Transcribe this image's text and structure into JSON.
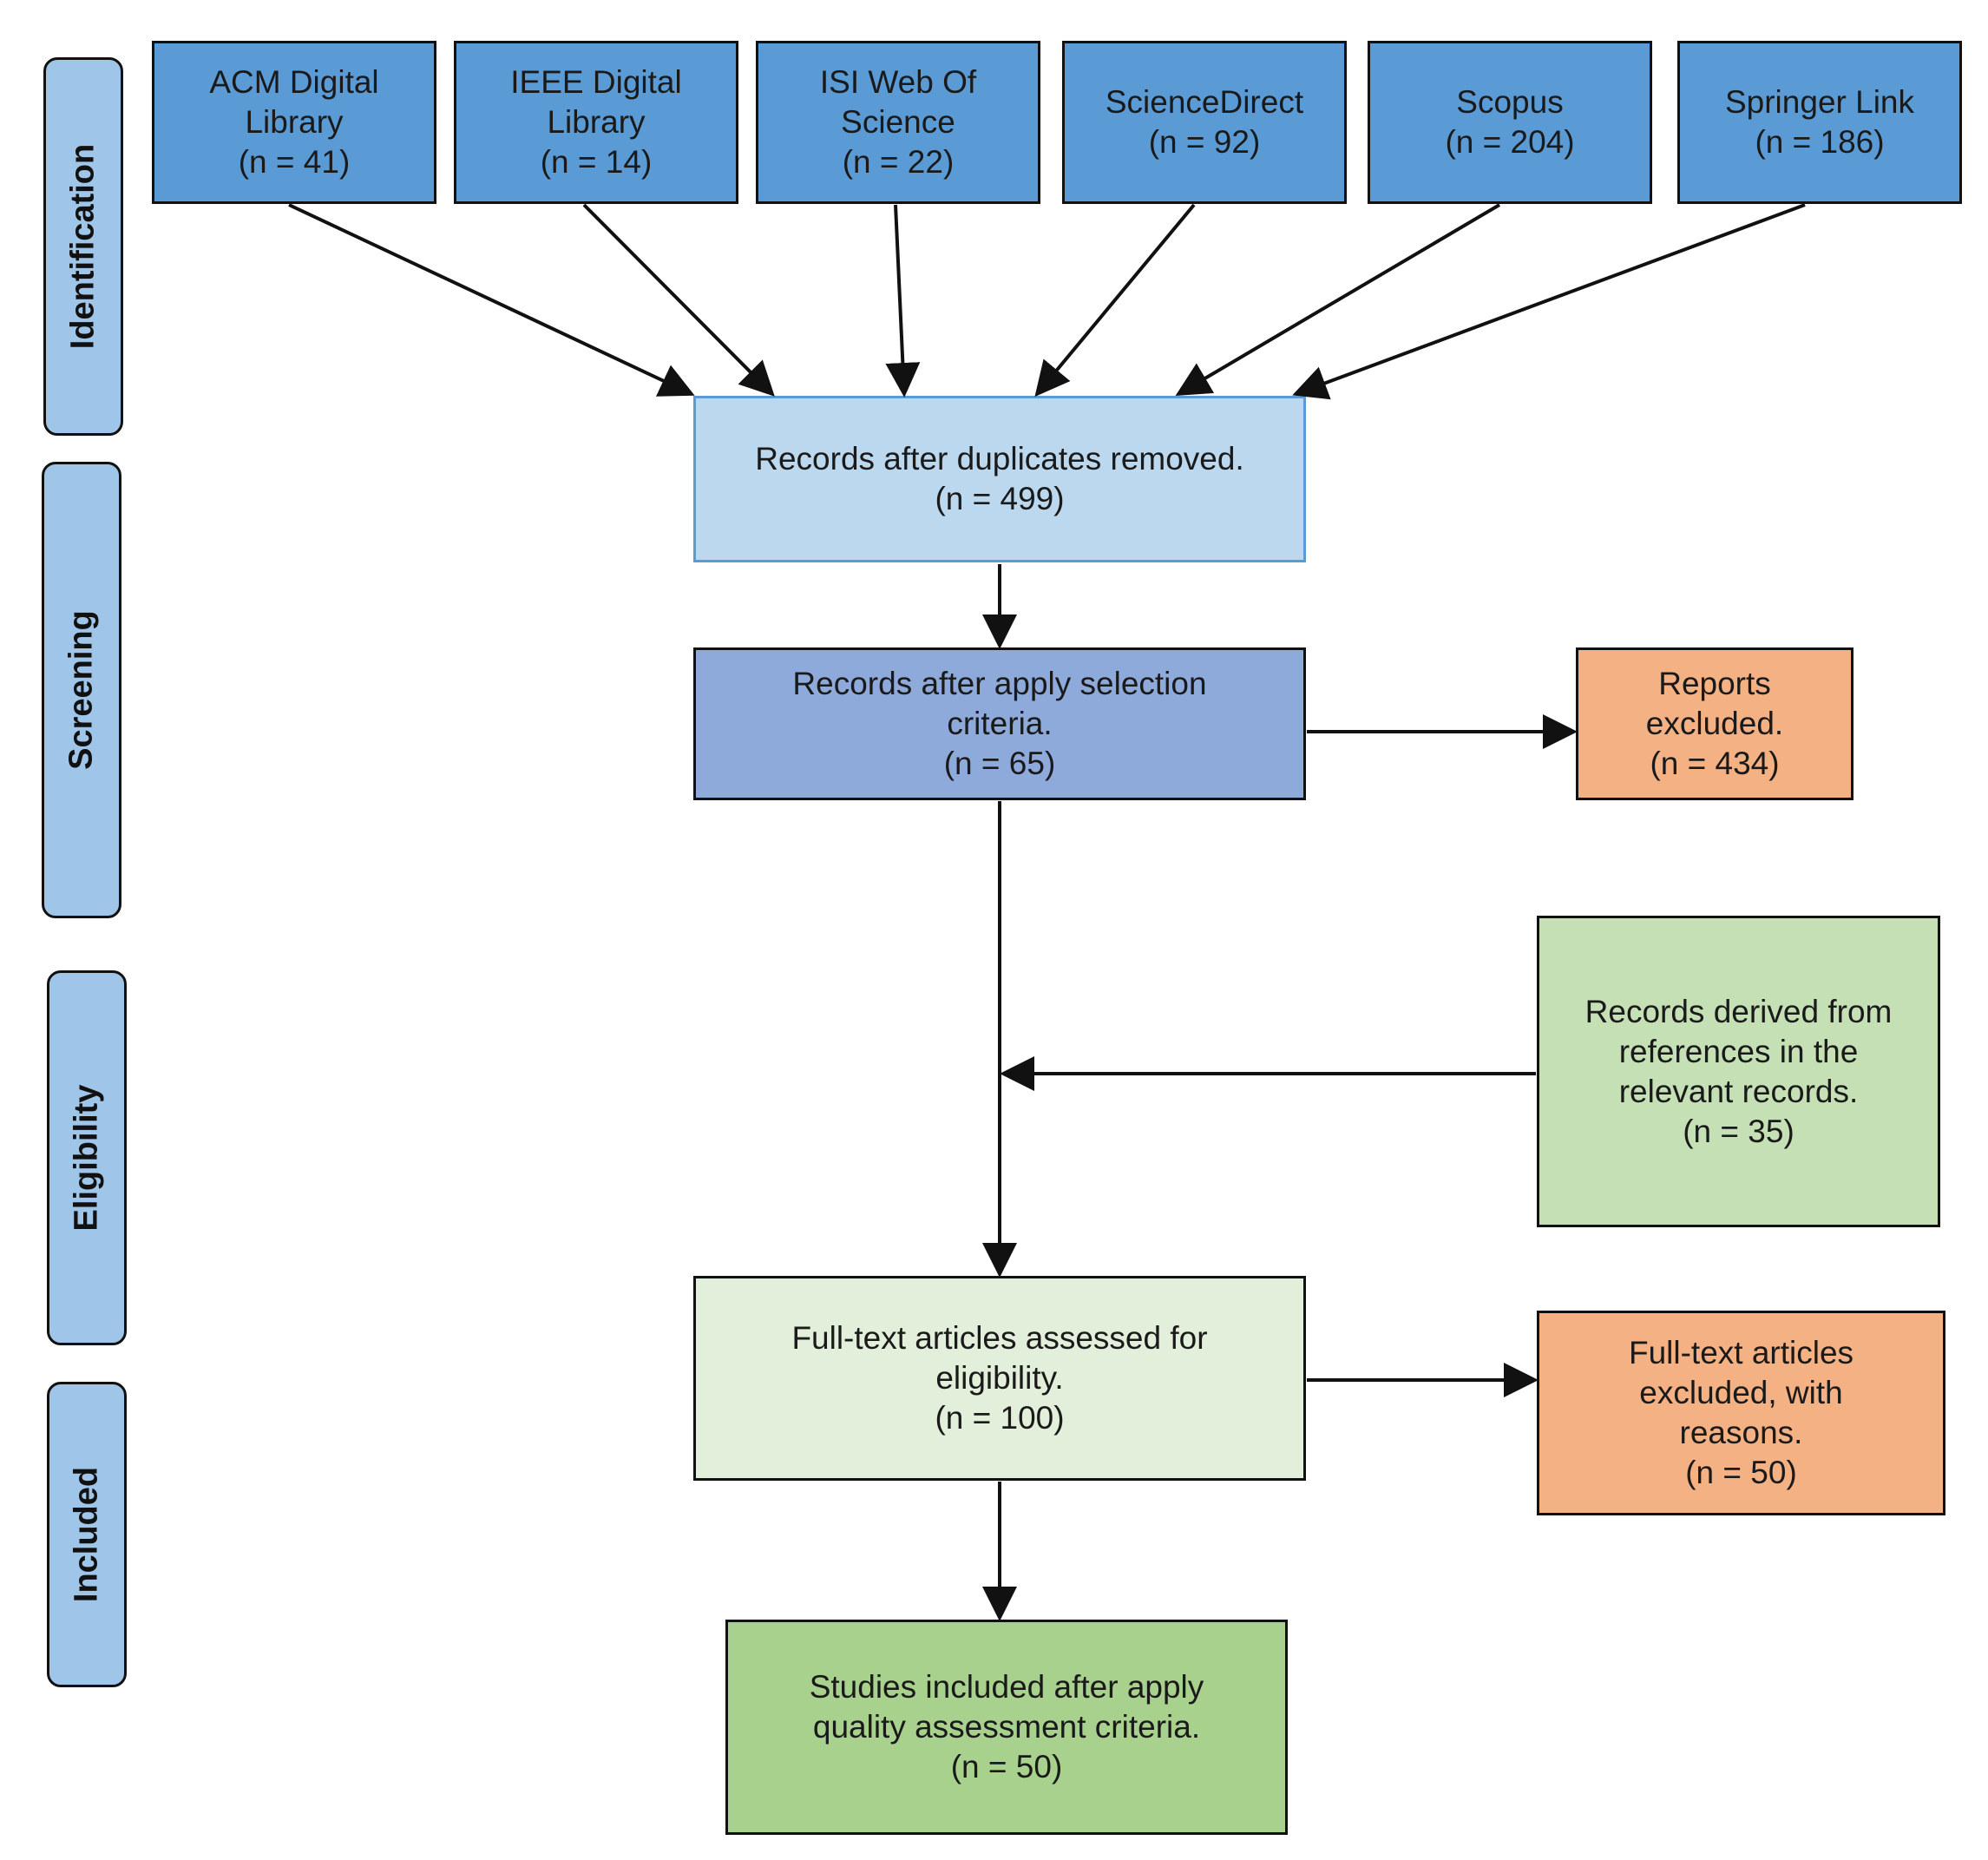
{
  "stages": [
    "Identification",
    "Screening",
    "Eligibility",
    "Included"
  ],
  "sources": [
    {
      "lines": [
        "ACM Digital",
        "Library",
        "(n = 41)"
      ]
    },
    {
      "lines": [
        "IEEE Digital",
        "Library",
        "(n = 14)"
      ]
    },
    {
      "lines": [
        "ISI Web Of",
        "Science",
        "(n = 22)"
      ]
    },
    {
      "lines": [
        "ScienceDirect",
        "(n = 92)"
      ]
    },
    {
      "lines": [
        "Scopus",
        "(n = 204)"
      ]
    },
    {
      "lines": [
        "Springer Link",
        "(n = 186)"
      ]
    }
  ],
  "dedup": {
    "lines": [
      "Records after duplicates removed.",
      "(n = 499)"
    ]
  },
  "selection": {
    "lines": [
      "Records after apply selection",
      "criteria.",
      "(n = 65)"
    ]
  },
  "reports_excluded": {
    "lines": [
      "Reports",
      "excluded.",
      "(n = 434)"
    ]
  },
  "derived": {
    "lines": [
      "Records derived from",
      "references in the",
      "relevant records.",
      "(n = 35)"
    ]
  },
  "fulltext": {
    "lines": [
      "Full-text articles assessed for",
      "eligibility.",
      "(n = 100)"
    ]
  },
  "fulltext_excluded": {
    "lines": [
      "Full-text articles",
      "excluded, with",
      "reasons.",
      "(n = 50)"
    ]
  },
  "included": {
    "lines": [
      "Studies included after apply",
      "quality assessment criteria.",
      "(n = 50)"
    ]
  }
}
